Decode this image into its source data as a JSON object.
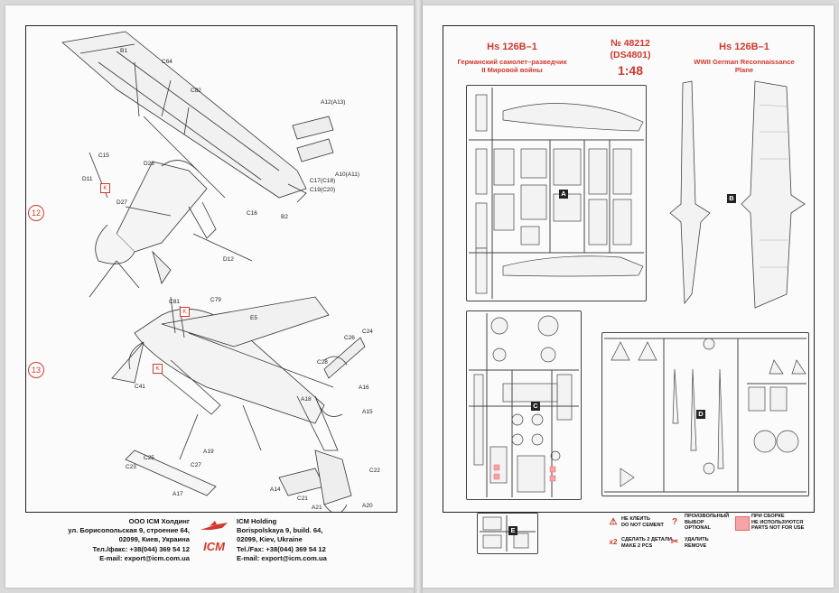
{
  "left_page": {
    "steps": [
      "12",
      "13"
    ],
    "step12_labels": [
      "B1",
      "C64",
      "C82",
      "A12(A13)",
      "C15",
      "D11",
      "D26",
      "D27",
      "C17(C18)",
      "A10(A11)",
      "C19(C20)",
      "C16",
      "B2",
      "D12"
    ],
    "step13_labels": [
      "C81",
      "C79",
      "E5",
      "C24",
      "C26",
      "C28",
      "A16",
      "C41",
      "A18",
      "A15",
      "A19",
      "C25",
      "C27",
      "C23",
      "A17",
      "A14",
      "C22",
      "C21",
      "A21",
      "A20"
    ],
    "k_marker": "K",
    "footer": {
      "ru": [
        "ООО ICM Холдинг",
        "ул. Борисопольская 9, строение 64,",
        "02099, Киев, Украина",
        "Тел./факс: +38(044) 369 54 12",
        "E-mail: export@icm.com.ua"
      ],
      "en": [
        "ICM Holding",
        "Borispolskaya 9, build. 64,",
        "02099, Kiev, Ukraine",
        "Tel./Fax: +38(044) 369 54 12",
        "E-mail: export@icm.com.ua"
      ],
      "logo": "ICM"
    }
  },
  "right_page": {
    "title_left": "Hs 126B–1",
    "subtitle_left": [
      "Германский самолет–разведчик",
      "II Мировой войны"
    ],
    "kit_number": [
      "№ 48212",
      "(DS4801)"
    ],
    "scale": "1:48",
    "title_right": "Hs 126B–1",
    "subtitle_right": [
      "WWII German Reconnaissance",
      "Plane"
    ],
    "sprues": [
      "A",
      "B",
      "C",
      "D",
      "E"
    ],
    "legend": {
      "do_not_cement": [
        "НЕ КЛЕИТЬ",
        "DO NOT CEMENT"
      ],
      "optional": [
        "ПРОИЗВОЛЬНЫЙ",
        "ВЫБОР",
        "OPTIONAL"
      ],
      "parts_not_for_use": [
        "ПРИ СБОРКЕ",
        "НЕ ИСПОЛЬЗУЮТСЯ",
        "PARTS NOT FOR USE"
      ],
      "make_2": [
        "СДЕЛАТЬ 2 ДЕТАЛИ",
        "MAKE 2 PCS"
      ],
      "make_2_icon": "x2",
      "remove": [
        "УДАЛИТЬ",
        "REMOVE"
      ]
    }
  }
}
